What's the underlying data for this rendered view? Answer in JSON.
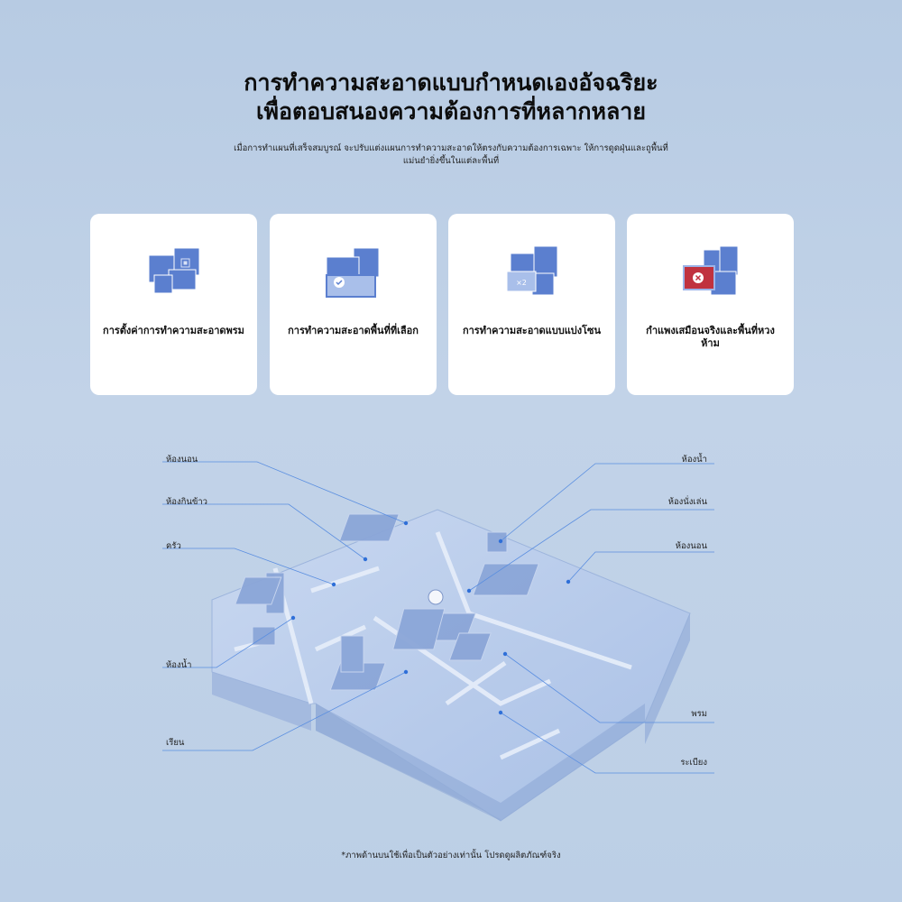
{
  "header": {
    "title_line1": "การทำความสะอาดแบบกำหนดเองอัจฉริยะ",
    "title_line2": "เพื่อตอบสนองความต้องการที่หลากหลาย",
    "description_line1": "เมื่อการทำแผนที่เสร็จสมบูรณ์ จะปรับแต่งแผนการทำความสะอาดให้ตรงกับความต้องการเฉพาะ ให้การดูดฝุ่นและถูพื้นที่",
    "description_line2": "แม่นยำยิ่งขึ้นในแต่ละพื้นที่"
  },
  "features": [
    {
      "label": "การตั้งค่าการทำความสะอาดพรม",
      "icon": "carpet-setting-icon"
    },
    {
      "label": "การทำความสะอาดพื้นที่ที่เลือก",
      "icon": "selected-area-icon"
    },
    {
      "label": "การทำความสะอาดแบบแบ่งโซน",
      "icon": "zone-cleaning-icon"
    },
    {
      "label": "กำแพงเสมือนจริงและพื้นที่หวงห้าม",
      "icon": "no-go-zone-icon"
    }
  ],
  "feature_icon_badge": "×2",
  "floorplan": {
    "left_labels": [
      "ห้องนอน",
      "ห้องกินข้าว",
      "ครัว",
      "ห้องน้ำ",
      "เรียน"
    ],
    "right_labels": [
      "ห้องน้ำ",
      "ห้องนั่งเล่น",
      "ห้องนอน",
      "พรม",
      "ระเบียง"
    ]
  },
  "footnote": "*ภาพด้านบนใช้เพื่อเป็นตัวอย่างเท่านั้น โปรดดูผลิตภัณฑ์จริง",
  "colors": {
    "background": "#bccfe6",
    "room_blue": "#5b7fcf",
    "room_light": "#a9bfea",
    "no_go_red": "#c0323f",
    "card": "#ffffff"
  }
}
